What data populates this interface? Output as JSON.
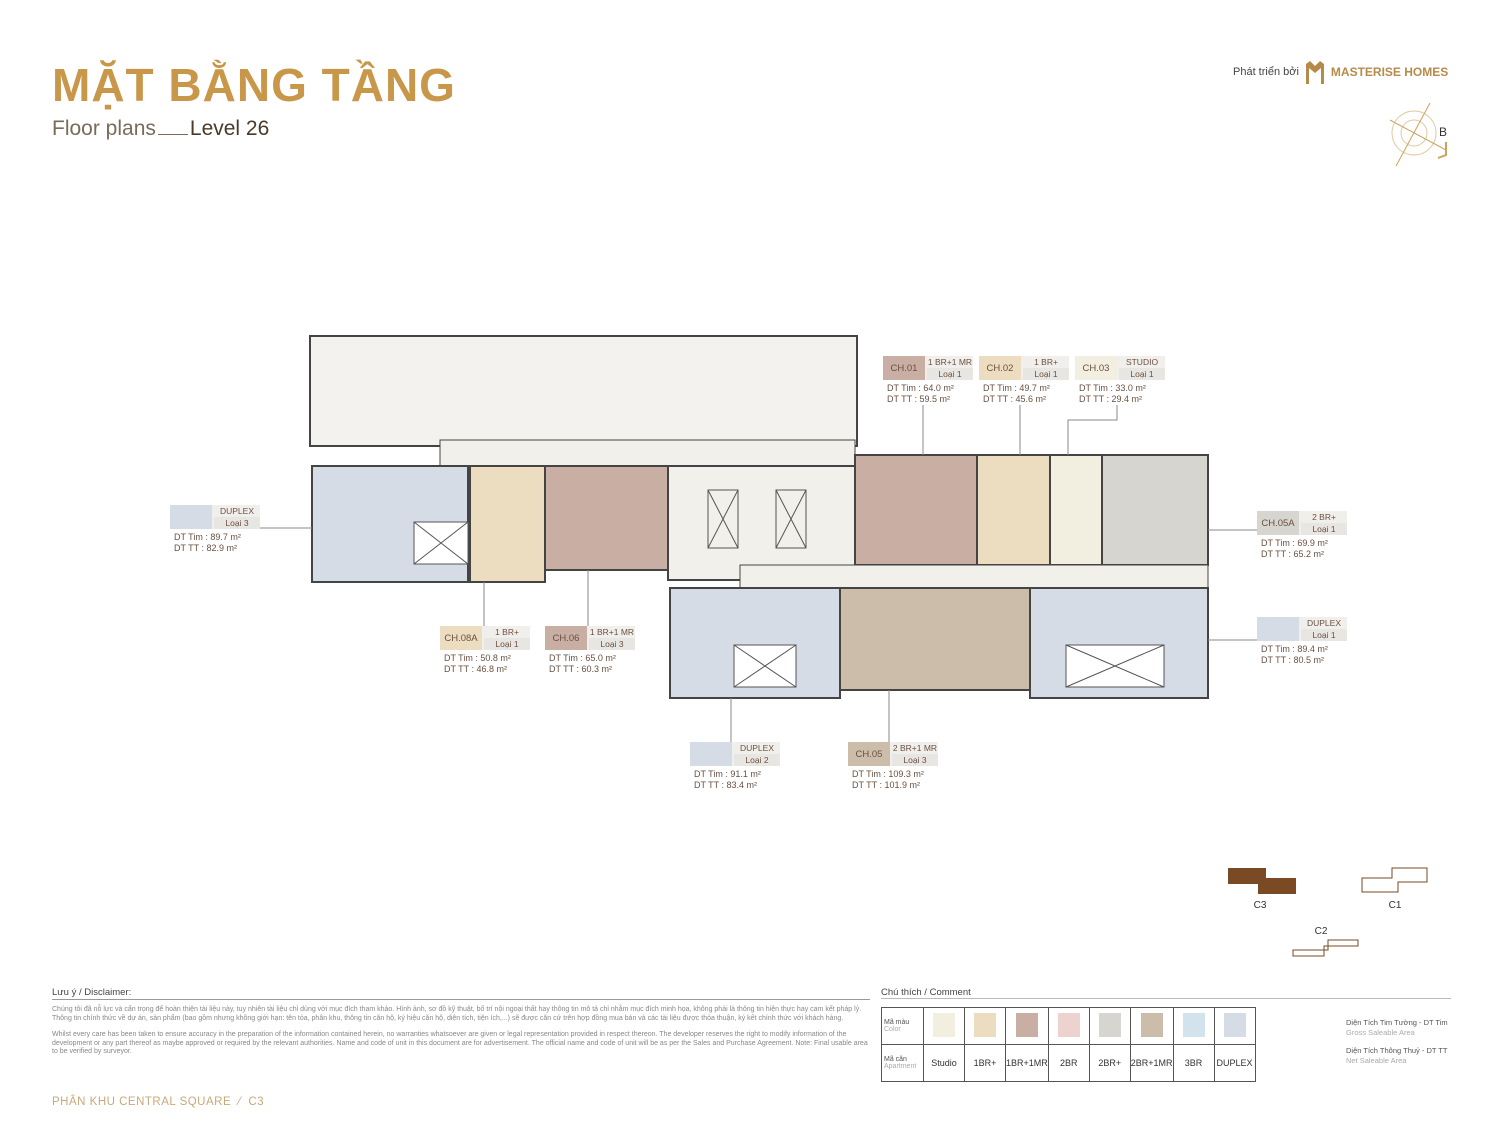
{
  "header": {
    "title": "MẶT BẰNG TẦNG",
    "subtitle": "Floor plans",
    "level": "Level 26"
  },
  "logo": {
    "prefix": "Phát triển bởi",
    "brand": "MASTERISE HOMES"
  },
  "compass": {
    "label": "B"
  },
  "units": [
    {
      "code": "CH.01",
      "type": "1 BR+1 MR",
      "loai": "Loại 1",
      "dt_tim": "DT Tim :  64.0 m²",
      "dt_tt": "DT TT   :  59.5 m²",
      "color": "#c9aea3"
    },
    {
      "code": "CH.02",
      "type": "1 BR+",
      "loai": "Loại 1",
      "dt_tim": "DT Tim :  49.7 m²",
      "dt_tt": "DT TT   :  45.6 m²",
      "color": "#ecdcc0"
    },
    {
      "code": "CH.03",
      "type": "STUDIO",
      "loai": "Loại 1",
      "dt_tim": "DT Tim :  33.0 m²",
      "dt_tt": "DT TT   :  29.4 m²",
      "color": "#f3efe0"
    },
    {
      "code": "CH.05A",
      "type": "2 BR+",
      "loai": "Loại 1",
      "dt_tim": "DT Tim :  69.9 m²",
      "dt_tt": "DT TT   :  65.2 m²",
      "color": "#d6d5cf"
    },
    {
      "code": "",
      "type": "DUPLEX",
      "loai": "Loại 1",
      "dt_tim": "DT Tim :  89.4 m²",
      "dt_tt": "DT TT   :  80.5 m²",
      "color": "#d5dce6"
    },
    {
      "code": "",
      "type": "DUPLEX",
      "loai": "Loại 3",
      "dt_tim": "DT Tim :  89.7 m²",
      "dt_tt": "DT TT   :  82.9 m²",
      "color": "#d5dce6"
    },
    {
      "code": "CH.08A",
      "type": "1 BR+",
      "loai": "Loại 1",
      "dt_tim": "DT Tim :  50.8 m²",
      "dt_tt": "DT TT   :  46.8 m²",
      "color": "#ecdcc0"
    },
    {
      "code": "CH.06",
      "type": "1 BR+1 MR",
      "loai": "Loại 3",
      "dt_tim": "DT Tim :  65.0 m²",
      "dt_tt": "DT TT   :  60.3 m²",
      "color": "#c9aea3"
    },
    {
      "code": "",
      "type": "DUPLEX",
      "loai": "Loại 2",
      "dt_tim": "DT Tim :  91.1 m²",
      "dt_tt": "DT TT   :  83.4 m²",
      "color": "#d5dce6"
    },
    {
      "code": "CH.05",
      "type": "2 BR+1 MR",
      "loai": "Loại 3",
      "dt_tim": "DT Tim :  109.3 m²",
      "dt_tt": "DT TT   :  101.9 m²",
      "color": "#cbbdaa"
    }
  ],
  "keyplan": {
    "c3": "C3",
    "c1": "C1",
    "c2": "C2",
    "active_color": "#7a4a25"
  },
  "disclaimer": {
    "title": "Lưu ý / Disclaimer:",
    "vi": "Chúng tôi đã nỗ lực và cẩn trọng để hoàn thiện tài liệu này, tuy nhiên tài liệu chỉ dùng với mục đích tham khảo. Hình ảnh, sơ đồ kỹ thuật, bố trí nội ngoại thất hay thông tin mô tả chỉ nhằm mục đích minh họa, không phải là thông tin hiện thực hay cam kết pháp lý. Thông tin chính thức về dự án, sản phẩm (bao gồm nhưng không giới hạn: tên tòa, phân khu, thông tin căn hộ, ký hiệu căn hộ, diện tích, tiện ích,...) sẽ được căn cứ trên hợp đồng mua bán và các tài liệu được thỏa thuận, ký kết chính thức với khách hàng.",
    "en": "Whilst every care has been taken to ensure accuracy in the preparation of the information contained herein, no warranties whatsoever are given or legal representation provided in respect thereon. The developer reserves the right to modify information of the development or any part thereof as maybe approved or required by the relevant authorities. Name and code of unit in this document are for advertisement. The official name and code of unit will be as per the Sales and Purchase Agreement. Note: Final usable area to be verified by surveyor."
  },
  "comment": {
    "title": "Chú thích / Comment",
    "color_label": "Mã màu",
    "color_label_en": "Color",
    "apt_label": "Mã căn",
    "apt_label_en": "Apartment",
    "legend": [
      {
        "name": "Studio",
        "color": "#f3efe0"
      },
      {
        "name": "1BR+",
        "color": "#ecdcc0"
      },
      {
        "name": "1BR+1MR",
        "color": "#c9aea3"
      },
      {
        "name": "2BR",
        "color": "#ecd3cf"
      },
      {
        "name": "2BR+",
        "color": "#d6d5cf"
      },
      {
        "name": "2BR+1MR",
        "color": "#cbbdaa"
      },
      {
        "name": "3BR",
        "color": "#d3e3ee"
      },
      {
        "name": "DUPLEX",
        "color": "#d5dce6"
      }
    ]
  },
  "areas": {
    "gross": "Diện Tích Tim Tường - DT Tim",
    "gross_en": "Gross Saleable Area",
    "net": "Diện Tích Thông Thuỷ - DT TT",
    "net_en": "Net Saleable Area"
  },
  "footer": {
    "zone": "PHÂN KHU CENTRAL SQUARE",
    "sep": "⁄",
    "building": "C3"
  }
}
